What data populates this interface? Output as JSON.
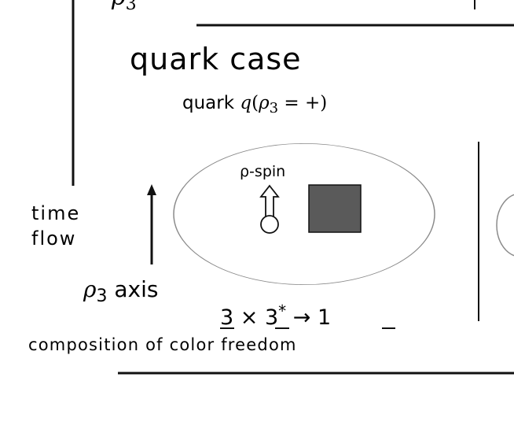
{
  "top_fragment": {
    "symbol": "ρ",
    "subscript": "3"
  },
  "heading": "quark case",
  "subheading": {
    "prefix": "quark ",
    "q": "q",
    "open": "(",
    "rho": "ρ",
    "sub": "3",
    "rest": " = +)"
  },
  "rho_spin_label": "ρ-spin",
  "time_flow": {
    "line1": "time",
    "line2": "flow"
  },
  "axis_label": {
    "rho": "ρ",
    "sub": "3",
    "word": " axis"
  },
  "composition_formula": {
    "a": "3",
    "times": " × ",
    "b": "3",
    "star": "*",
    "arrow": " → ",
    "c": "1"
  },
  "composition_caption": "composition of color freedom",
  "colors": {
    "ink": "#111111",
    "circle_stroke": "#8a8a8a",
    "box_fill": "#5a5a5a"
  }
}
